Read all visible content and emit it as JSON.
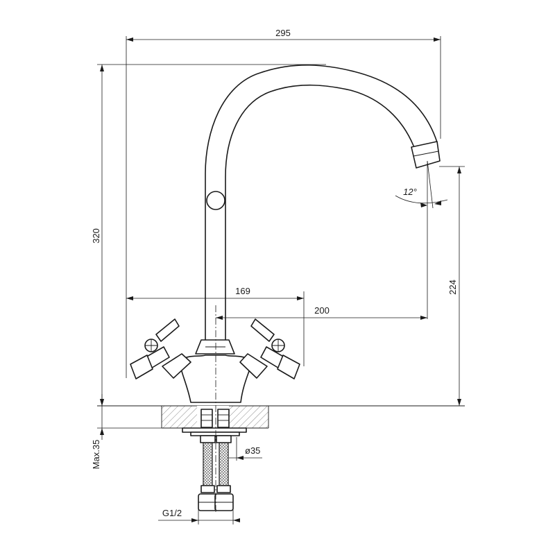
{
  "dimensions": {
    "width_overall": "295",
    "height_overall": "320",
    "spout_height": "224",
    "handles_span": "169",
    "spout_reach": "200",
    "spout_angle": "12°",
    "max_thickness": "Max.35",
    "hole_diameter": "ø35",
    "thread": "G1/2"
  },
  "colors": {
    "line": "#1a1a1a",
    "background": "#ffffff"
  }
}
